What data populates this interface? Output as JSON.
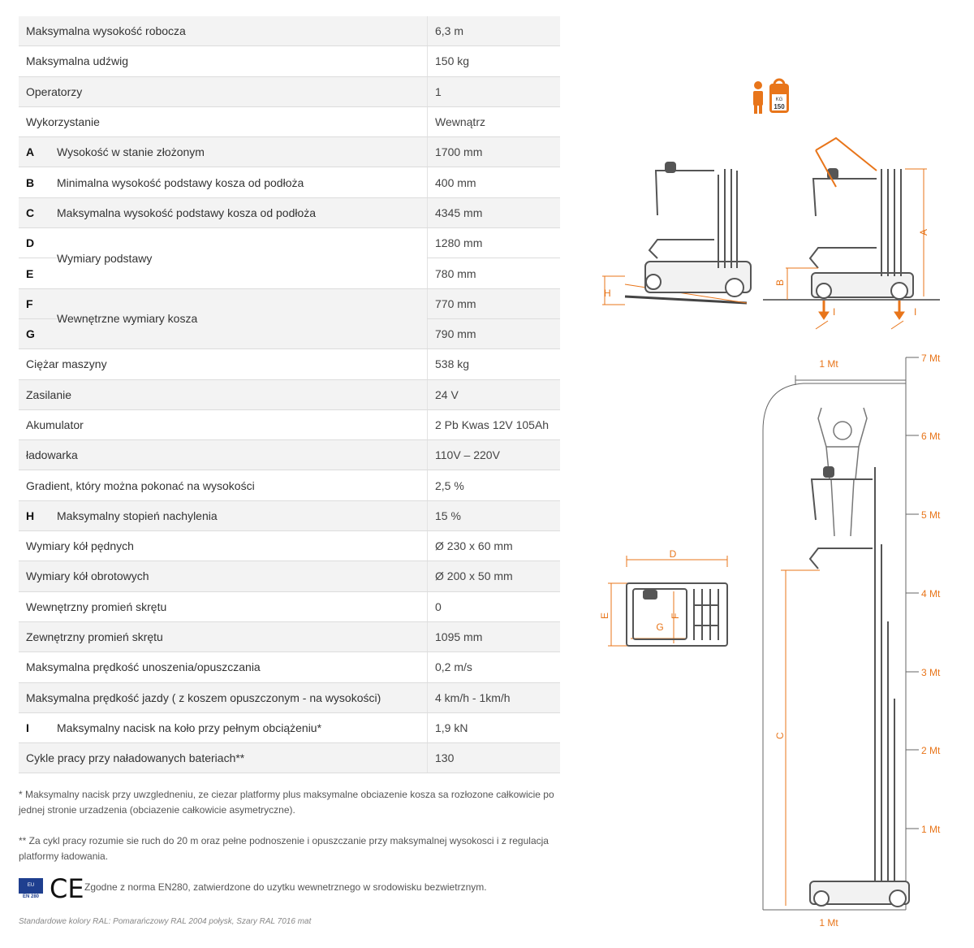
{
  "specs": [
    {
      "letter": "",
      "label": "Maksymalna wysokość robocza",
      "value": "6,3 m"
    },
    {
      "letter": "",
      "label": "Maksymalna udźwig",
      "value": "150 kg"
    },
    {
      "letter": "",
      "label": "Operatorzy",
      "value": "1"
    },
    {
      "letter": "",
      "label": "Wykorzystanie",
      "value": "Wewnątrz"
    },
    {
      "letter": "A",
      "label": "Wysokość w stanie złożonym",
      "value": "1700 mm"
    },
    {
      "letter": "B",
      "label": "Minimalna wysokość podstawy kosza od podłoża",
      "value": "400 mm"
    },
    {
      "letter": "C",
      "label": "Maksymalna wysokość podstawy kosza od podłoża",
      "value": "4345 mm"
    },
    {
      "letter": "D",
      "label": "Wymiary podstawy",
      "value": "1280 mm"
    },
    {
      "letter": "E",
      "label": "",
      "value": "780 mm"
    },
    {
      "letter": "F",
      "label": "Wewnętrzne wymiary kosza",
      "value": "770 mm"
    },
    {
      "letter": "G",
      "label": "",
      "value": "790 mm"
    },
    {
      "letter": "",
      "label": "Ciężar maszyny",
      "value": "538 kg"
    },
    {
      "letter": "",
      "label": "Zasilanie",
      "value": "24 V"
    },
    {
      "letter": "",
      "label": "Akumulator",
      "value": "2 Pb Kwas 12V 105Ah"
    },
    {
      "letter": "",
      "label": "ładowarka",
      "value": "110V – 220V"
    },
    {
      "letter": "",
      "label": "Gradient, który można pokonać na wysokości",
      "value": "2,5 %"
    },
    {
      "letter": "H",
      "label": "Maksymalny stopień nachylenia",
      "value": "15 %"
    },
    {
      "letter": "",
      "label": "Wymiary kół pędnych",
      "value": "Ø 230 x 60 mm"
    },
    {
      "letter": "",
      "label": "Wymiary kół obrotowych",
      "value": "Ø 200 x 50 mm"
    },
    {
      "letter": "",
      "label": "Wewnętrzny promień skrętu",
      "value": "0"
    },
    {
      "letter": "",
      "label": "Zewnętrzny promień skrętu",
      "value": "1095 mm"
    },
    {
      "letter": "",
      "label": "Maksymalna prędkość unoszenia/opuszczania",
      "value": "0,2 m/s"
    },
    {
      "letter": "",
      "label": "Maksymalna prędkość jazdy ( z koszem opuszczonym - na wysokości)",
      "value": "4 km/h - 1km/h"
    },
    {
      "letter": "I",
      "label": "Maksymalny nacisk na koło przy pełnym obciążeniu*",
      "value": "1,9 kN"
    },
    {
      "letter": "",
      "label": "Cykle pracy przy naładowanych bateriach**",
      "value": "130"
    }
  ],
  "notes": {
    "note1": "* Maksymalny nacisk przy uwzgledneniu, ze ciezar platformy plus maksymalne obciazenie kosza sa rozłozone całkowicie po jednej stronie urzadzenia (obciazenie całkowicie asymetryczne).",
    "note2": "** Za cykl pracy rozumie sie ruch do 20 m oraz pełne podnoszenie i opuszczanie przy maksymalnej wysokosci i z regulacja platformy ładowania."
  },
  "certification": {
    "eu_label": "EU",
    "en_label": "EN 280",
    "ce_label": "CE",
    "text": "Zgodne z norma EN280, zatwierdzone do uzytku wewnetrznego w srodowisku bezwietrznym."
  },
  "colors_text": "Standardowe kolory RAL: Pomarańczowy RAL 2004 połysk, Szary RAL 7016 mat",
  "diagram": {
    "load_icon_label": "KG",
    "load_icon_value": "150",
    "dim_labels": {
      "A": "A",
      "B": "B",
      "C": "C",
      "D": "D",
      "E": "E",
      "F": "F",
      "G": "G",
      "H": "H",
      "I": "I"
    },
    "scale_top": "1 Mt",
    "scale_bottom": "1 Mt",
    "height_marks": [
      "7 Mt",
      "6 Mt",
      "5 Mt",
      "4 Mt",
      "3 Mt",
      "2 Mt",
      "1 Mt"
    ]
  },
  "colors": {
    "accent": "#e8751a",
    "line": "#555555",
    "row_shade": "#f3f3f3"
  }
}
